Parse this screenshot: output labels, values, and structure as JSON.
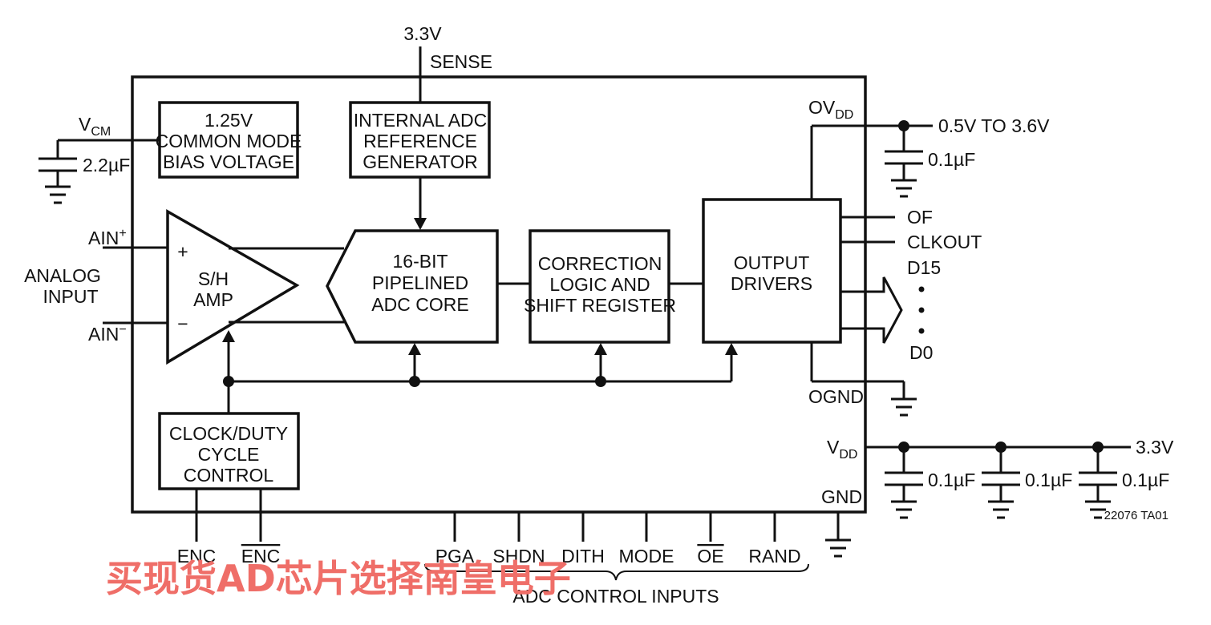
{
  "supply": {
    "vref_label": "3.3V",
    "sense_label": "SENSE",
    "vdd_supply": "3.3V",
    "ovdd_range": "0.5V TO 3.6V"
  },
  "blocks": {
    "bias": [
      "1.25V",
      "COMMON MODE",
      "BIAS VOLTAGE"
    ],
    "reference": [
      "INTERNAL ADC",
      "REFERENCE",
      "GENERATOR"
    ],
    "sh_amp": [
      "S/H",
      "AMP"
    ],
    "adc_core": [
      "16-BIT",
      "PIPELINED",
      "ADC CORE"
    ],
    "correction": [
      "CORRECTION",
      "LOGIC AND",
      "SHIFT REGISTER"
    ],
    "output": [
      "OUTPUT",
      "DRIVERS"
    ],
    "clock": [
      "CLOCK/DUTY",
      "CYCLE",
      "CONTROL"
    ]
  },
  "pins": {
    "vcm_main": "V",
    "vcm_sub": "CM",
    "ain_plus": "AIN",
    "ain_plus_sup": "+",
    "ain_minus": "AIN",
    "ain_minus_sup": "−",
    "amp_plus": "+",
    "amp_minus": "−",
    "ovdd_main": "OV",
    "ovdd_sub": "DD",
    "vdd_main": "V",
    "vdd_sub": "DD",
    "ognd": "OGND",
    "gnd": "GND",
    "of": "OF",
    "clkout": "CLKOUT",
    "d15": "D15",
    "d0": "D0",
    "enc": "ENC",
    "enc_bar": "ENC",
    "pga": "PGA",
    "shdn": "SHDN",
    "dith": "DITH",
    "mode": "MODE",
    "oe_bar": "OE",
    "rand": "RAND"
  },
  "labels": {
    "analog_input": [
      "ANALOG",
      "INPUT"
    ],
    "adc_control_inputs": "ADC CONTROL INPUTS",
    "figure_id": "22076 TA01"
  },
  "caps": {
    "vcm_cap": "2.2µF",
    "ovdd_cap": "0.1µF",
    "vdd_caps": [
      "0.1µF",
      "0.1µF",
      "0.1µF"
    ]
  },
  "watermark": "买现货AD芯片选择南皇电子"
}
